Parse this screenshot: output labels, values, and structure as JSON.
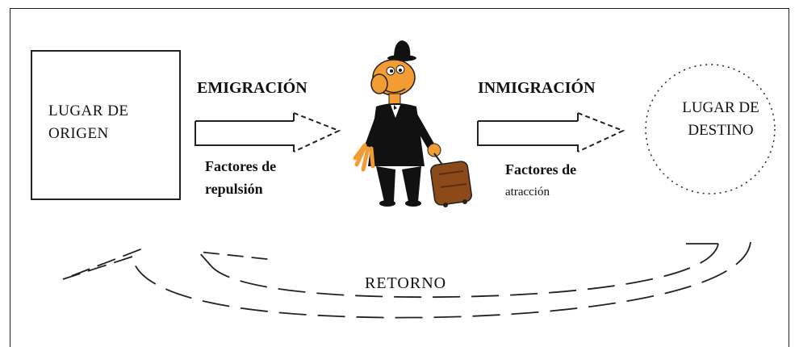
{
  "origin": {
    "line1": "LUGAR DE",
    "line2": "ORIGEN"
  },
  "destination": {
    "line1": "LUGAR DE",
    "line2": "DESTINO"
  },
  "emigration": {
    "label": "EMIGRACIÓN",
    "factor_line1": "Factores de",
    "factor_line2": "repulsión"
  },
  "immigration": {
    "label": "INMIGRACIÓN",
    "factor_line1": "Factores de",
    "factor_line2": "atracción"
  },
  "return": {
    "label": "RETORNO"
  },
  "colors": {
    "line": "#222222",
    "skin": "#f39c33",
    "suit": "#111111",
    "suitcase": "#8b4a18"
  },
  "icons": {
    "traveler": "traveler-figure-icon",
    "suitcase": "suitcase-icon"
  }
}
